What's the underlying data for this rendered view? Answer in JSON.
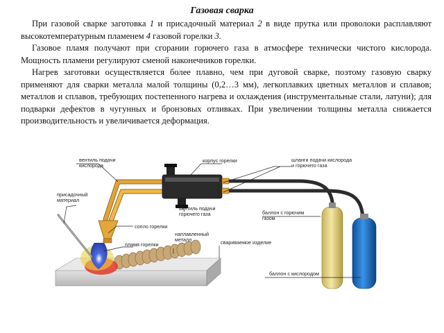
{
  "title": "Газовая сварка",
  "paragraphs": {
    "p1": {
      "t1": "При газовой сварке заготовка ",
      "n1": "1",
      "t2": " и присадочный материал ",
      "n2": "2",
      "t3": " в виде прутка или проволоки расплавляют высокотемпературным пламенем ",
      "n3": "4",
      "t4": " газовой горелки ",
      "n4": "3.",
      "t5": ""
    },
    "p2": "Газовое пламя получают при сгорании горючего газа в атмосфере технически чистого кислорода. Мощность пламени регулируют сменой наконечников горелки.",
    "p3": "Нагрев заготовки осуществляется более плавно, чем при дуговой сварке, поэтому газовую сварку применяют для сварки металла малой толщины (0,2…3 мм), легкоплавких цветных металлов и сплавов; металлов и сплавов, требующих постепенного нагрева и охлаждения (инструментальные стали, латуни); для подварки дефектов в чугунных и бронзовых отливках. При увеличении толщины металла снижается производительность и увеличивается деформация."
  },
  "diagram": {
    "labels": {
      "oxygen_valve_1": "вентиль подачи",
      "oxygen_valve_2": "кислорода",
      "torch_body": "корпус горелки",
      "hoses_1": "шланги подачи кислорода",
      "hoses_2": "и горючего газа",
      "filler_1": "присадочный",
      "filler_2": "материал",
      "gas_valve_1": "вентиль подачи",
      "gas_valve_2": "горючего газа",
      "fuel_cyl_1": "баллон с горючим",
      "fuel_cyl_2": "газом",
      "nozzle": "сопло горелки",
      "flame": "пламя горелки",
      "deposit_1": "наплавленный",
      "deposit_2": "металл",
      "workpiece": "свариваемое изделие",
      "oxygen_cyl": "баллон с кислородом"
    },
    "colors": {
      "hose": "#2b2b2b",
      "fuel_cylinder": "#e8d98a",
      "oxygen_cylinder": "#1f73c9",
      "brass": "#e0a43a",
      "plate": "#d8d8d8",
      "bead": "#c9a878",
      "flame_blue": "#3b5bd6",
      "flame_red": "#e23a2a"
    }
  }
}
